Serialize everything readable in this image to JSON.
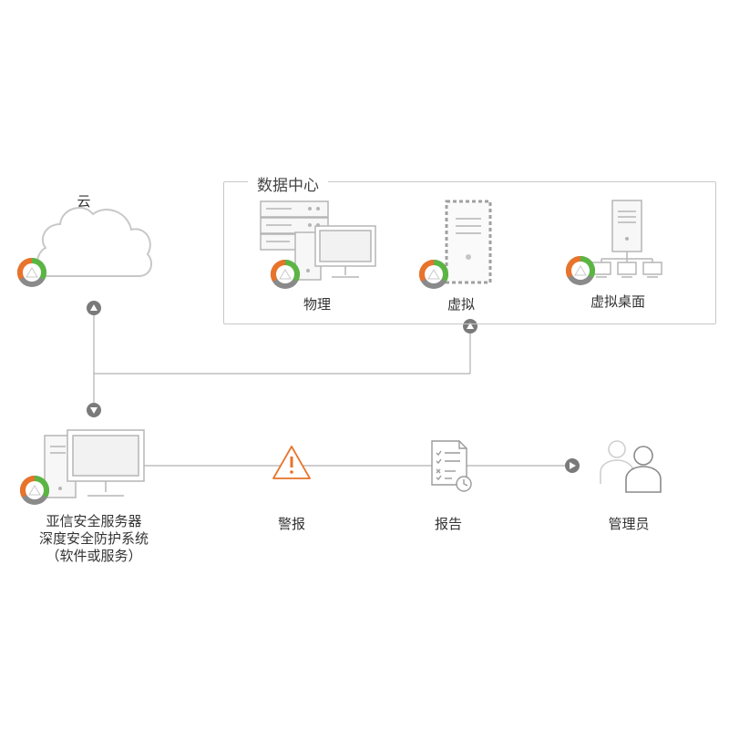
{
  "cloud": {
    "label": "云"
  },
  "datacenter": {
    "title": "数据中心",
    "items": [
      {
        "label": "物理"
      },
      {
        "label": "虚拟"
      },
      {
        "label": "虚拟桌面"
      }
    ]
  },
  "system": {
    "lines": [
      "亚信安全服务器",
      "深度安全防护系统",
      "（软件或服务）"
    ]
  },
  "flow": {
    "alert_label": "警报",
    "report_label": "报告",
    "admin_label": "管理员"
  },
  "colors": {
    "logo_orange": "#e8732a",
    "logo_green": "#5bb543",
    "logo_gray": "#8a8a8a",
    "alert_orange": "#e8732a",
    "line_gray": "#b0b0b0",
    "arrow_gray": "#7a7a7a"
  }
}
